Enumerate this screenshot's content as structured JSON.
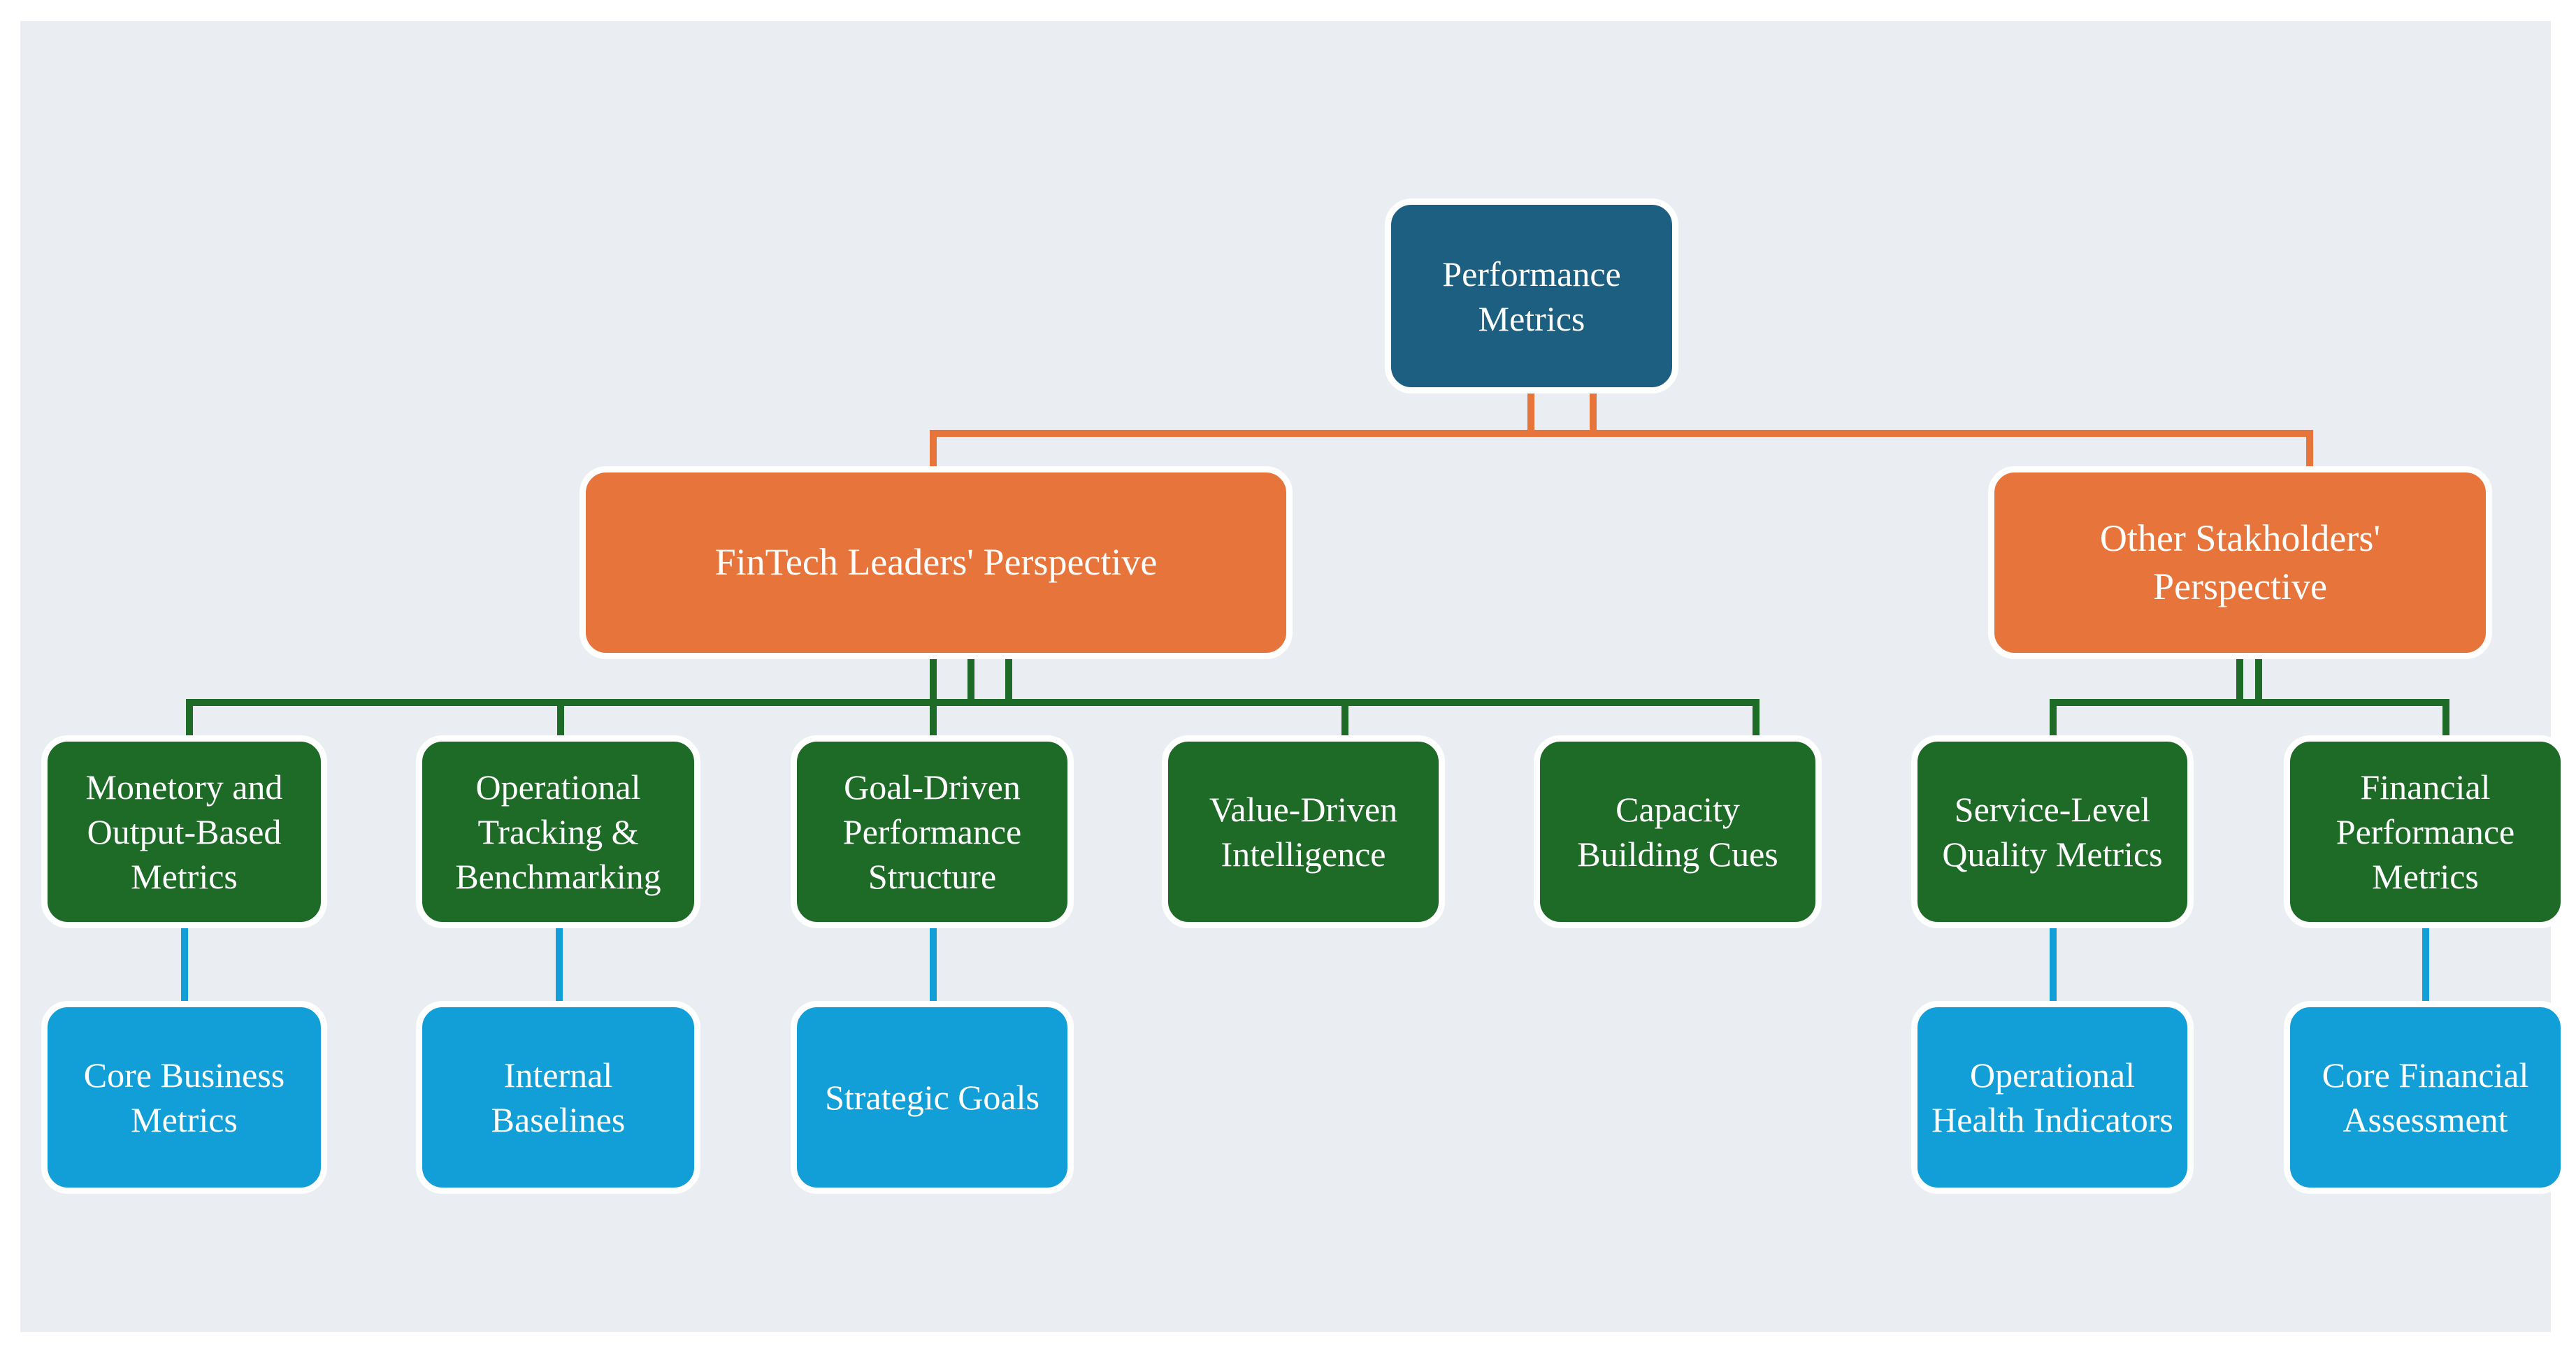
{
  "palette": {
    "root_node": "#1D5F80",
    "perspective_node": "#E7743B",
    "category_node": "#1E6B27",
    "subcategory_node": "#129FD8",
    "panel_background": "#EAEDF2",
    "node_outline": "#FFFFFF",
    "text": "#FFFFFF"
  },
  "nodes": {
    "root": {
      "label": "Performance Metrics"
    },
    "fintech": {
      "label": "FinTech Leaders' Perspective"
    },
    "stakeholders": {
      "label": "Other Stakholders' Perspective"
    },
    "monetory": {
      "label": "Monetory and Output-Based Metrics"
    },
    "tracking": {
      "label": "Operational Tracking & Benchmarking"
    },
    "goal": {
      "label": "Goal-Driven Performance Structure"
    },
    "value": {
      "label": "Value-Driven Intelligence"
    },
    "capacity": {
      "label": "Capacity Building Cues"
    },
    "service": {
      "label": "Service-Level Quality Metrics"
    },
    "financial": {
      "label": "Financial Performance Metrics"
    },
    "core_business": {
      "label": "Core Business Metrics"
    },
    "internal_baselines": {
      "label": "Internal Baselines"
    },
    "strategic_goals": {
      "label": "Strategic Goals"
    },
    "operational_health": {
      "label": "Operational Health Indicators"
    },
    "core_financial": {
      "label": "Core Financial Assessment"
    }
  }
}
